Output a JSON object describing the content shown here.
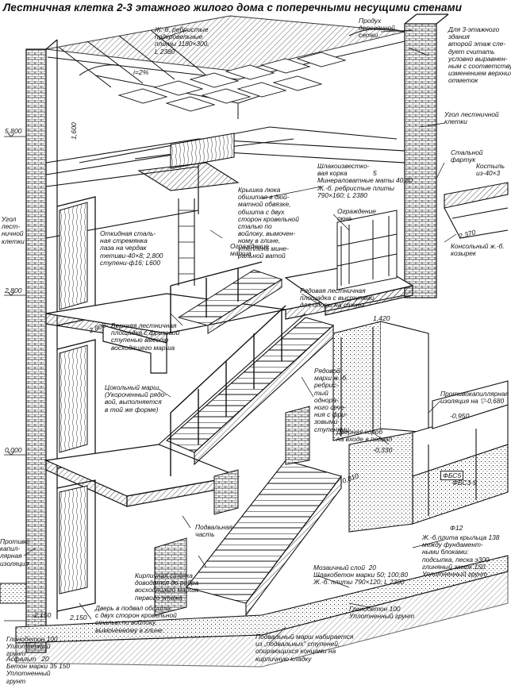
{
  "title": "Лестничная клетка 2-3 этажного жилого дома с поперечными несущими стенами",
  "labels": {
    "rib_slabs_top": "Ж.-б. ребристые\nподкровельные\nплиты 1180×300,\nL 2380",
    "roof_ventilation": "Продух\nдеревянной\nсетки",
    "third_floor": "Для 3-этажного\nздания\nвторой этаж сле-\nдует считать\nусловно выравнен-\nным с соответствующим\nизменением верхних\nотметок",
    "stair_corner": "Угол лестничной\nклетки",
    "steel_apron": "Стальной\nфартук",
    "crutch": "Костыль\nиз-40×3",
    "slag_lime": "Шлакоизвестко-\nвая корка\nМинераловатные маты 40,80\nЖ.-б. ребристые плиты\n790×160; L 2380",
    "hatch_cover": "Крышка люка\nобшитая в дюй-\nматной обвязке,\nобшита с двух\nсторон кровельной\nсталью по\nвойлоку, вымочен-\nному в глине,\nутеплена мине-\nральной ватой",
    "window_fence": "Ограждение\nокна",
    "console_canopy": "Консольный ж.-б.\nкозырек",
    "stair_wall_corner": "Угол\nлест-\nничной\nклетки",
    "steel_stair": "Откидная сталь-\nная стремянка\nлаза на чердак\nтетиви-40×8; 2,800\nступени-ф16; L600",
    "march_fence": "Ограждение\nмарша",
    "row_landing": "Рядовая лестничная\nплощадка с выступами\nдля опоры на стены",
    "upper_landing": "Верхняя лестничная\nплощадка с фризовой\nступенью вместо\nвосходящего марша",
    "plinth_march": "Цокольный марш\n(Укороченный рядо-\nвой, выполняется\nв той же форме)",
    "row_march": "Рядовой\nмарш ж.-б.\nребрис-\nтый\nоднора-\nного сече-\nния с фри-\nзовыми\nступенями",
    "door_box": "Дверная короб\nна входе в подвал",
    "waterproofing": "Противокапиллярная\nизоляция на ▽-0,680",
    "basement_part": "Подвальная\nчасть",
    "brick_wall": "Кирпичная стенка\nдоводится до ребра\nвосходящего марша\nпервого этажа",
    "basement_door": "Дверь в подвал обшита\nс двух сторон кровельной\nсталью по войлоку,\nвымоченному в глине",
    "slab_f12": "Ж.-б.плита крыльца 138\nмежду фундамент-\nными блоками:\nподсыпка, песка э300\nглиняный замок 150\nУплотненный грунт",
    "mosaic_layer": "Мозаичный слой  20\nШлакобетон марки 50; 100;80\nЖ.-б. плиты 790×120; L 2380",
    "compacted_soil_right": "Глинобетон 100\nУплотненный грунт",
    "compacted_soil_left": "Глинобетон 100\nУплотненный\nгрунт",
    "capillary_left": "Противо-\nкапил-\nлярная\nизоляция",
    "basement_march": "Подвальный марш набирается\nиз „подвальных” ступеней,\nопирающихся концами на\nкирпичную кладку",
    "asphalt": "Асфальт   20\nБетон марки 35 150\nУплотненный\nгрунт"
  },
  "levels": {
    "l5800": "5,800",
    "l1600": "1,600",
    "l2800a": "2,800",
    "l2800b": "2,800",
    "l1420": "1,420",
    "l0000": "0,000",
    "l0950": "-0,950",
    "l0330": "-0,330",
    "l0810": "-0,810",
    "l2370": "2,370",
    "l2150": "-2,150",
    "l2150b": "2,150",
    "slope": "i=2%",
    "n5": "5"
  },
  "marks": {
    "fbs5": "ФБС5",
    "fbs9": "ФБС3-9",
    "f12": "Ф12"
  }
}
